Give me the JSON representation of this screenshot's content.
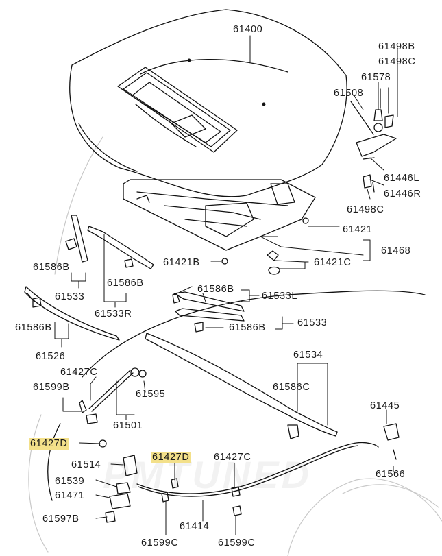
{
  "diagram": {
    "watermark": "PMTUNED",
    "highlight_color": "#f3e08a",
    "part_labels": {
      "p61400": "61400",
      "p61498B": "61498B",
      "p61498C_top": "61498C",
      "p61578": "61578",
      "p61508": "61508",
      "p61446L": "61446L",
      "p61446R": "61446R",
      "p61498C_mid": "61498C",
      "p61421": "61421",
      "p61468": "61468",
      "p61421B": "61421B",
      "p61421C": "61421C",
      "p61586B_a": "61586B",
      "p61533": "61533",
      "p61586B_b": "61586B",
      "p61533R": "61533R",
      "p61586B_c": "61586B",
      "p61533L": "61533L",
      "p61533_b": "61533",
      "p61586B_d": "61586B",
      "p61586B_e": "61586B",
      "p61526": "61526",
      "p61534": "61534",
      "p61586C": "61586C",
      "p61427C_a": "61427C",
      "p61599B": "61599B",
      "p61595": "61595",
      "p61501": "61501",
      "p61445": "61445",
      "p61427D_a": "61427D",
      "p61514": "61514",
      "p61427D_b": "61427D",
      "p61427C_b": "61427C",
      "p61566": "61566",
      "p61539": "61539",
      "p61471": "61471",
      "p61597B": "61597B",
      "p61414": "61414",
      "p61599C_a": "61599C",
      "p61599C_b": "61599C"
    }
  }
}
